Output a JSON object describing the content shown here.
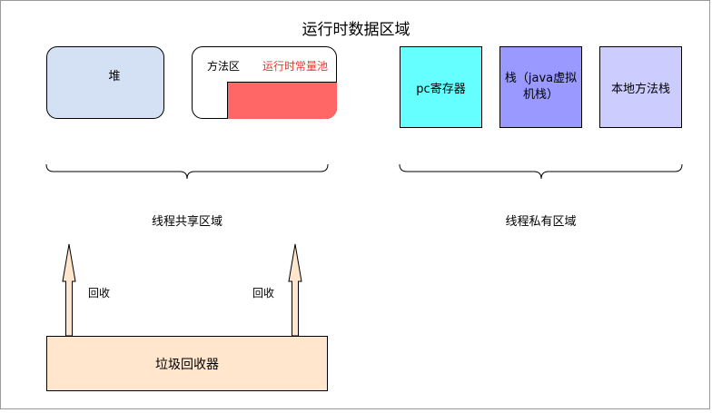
{
  "title": "运行时数据区域",
  "boxes": {
    "heap": "堆",
    "method_area": "方法区",
    "constant_pool": "运行时常量池",
    "pc_register": "pc寄存器",
    "vm_stack": "栈（java虚拟机栈）",
    "native_stack": "本地方法栈",
    "garbage_collector": "垃圾回收器"
  },
  "groups": {
    "shared": "线程共享区域",
    "private": "线程私有区域"
  },
  "arrows": {
    "left_label": "回收",
    "right_label": "回收"
  },
  "colors": {
    "heap": "#d4e1f5",
    "constant_pool": "#ff6666",
    "constant_pool_text": "#e53935",
    "pc_register": "#66ffff",
    "vm_stack": "#9999ff",
    "native_stack": "#ccccff",
    "garbage_collector": "#ffe6cc",
    "arrow_fill": "#ffe6cc"
  }
}
